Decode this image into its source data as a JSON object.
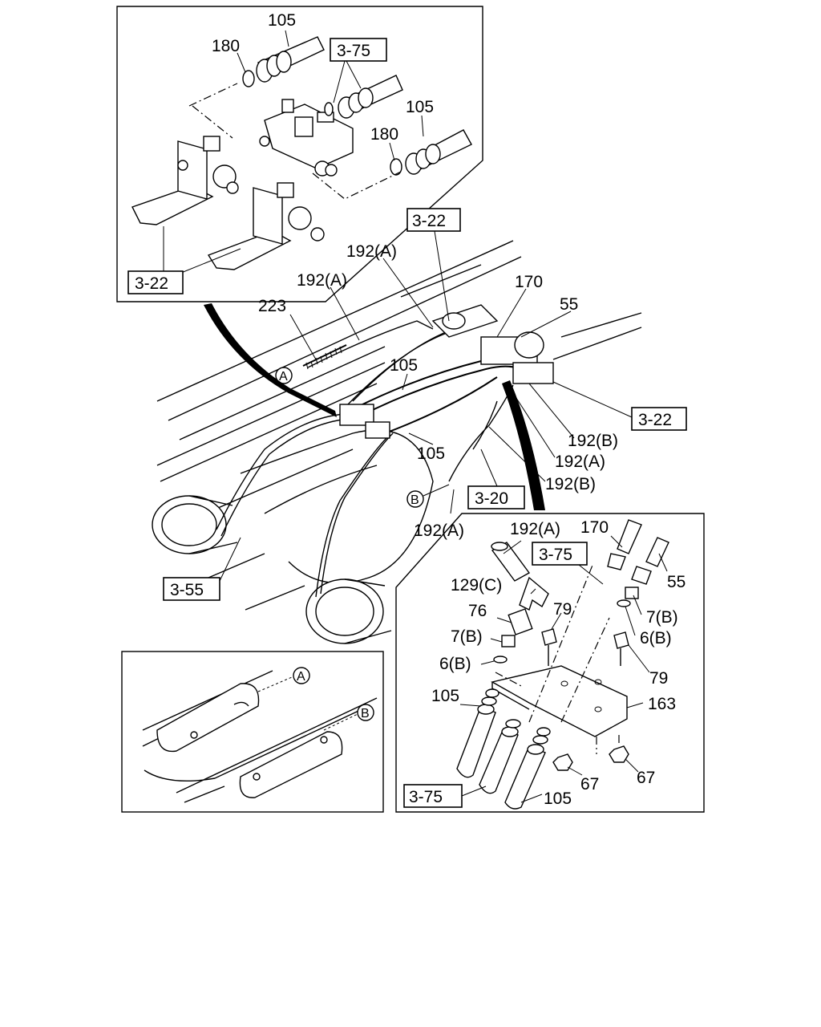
{
  "callouts": {
    "top": {
      "n105a": "105",
      "n180a": "180",
      "ref375": "3-75",
      "n105b": "105",
      "n180b": "180",
      "ref322": "3-22"
    },
    "main": {
      "ref322_top": "3-22",
      "n192A_1": "192(A)",
      "n192A_2": "192(A)",
      "n170": "170",
      "n55": "55",
      "n223": "223",
      "markerA": "A",
      "n105_1": "105",
      "ref322_right": "3-22",
      "n192B_1": "192(B)",
      "n192A_3": "192(A)",
      "n105_2": "105",
      "n192B_2": "192(B)",
      "markerB": "B",
      "ref320": "3-20",
      "n192A_4": "192(A)",
      "ref355": "3-55"
    },
    "left_inset": {
      "markerA": "A",
      "markerB": "B"
    },
    "right_inset": {
      "n192A": "192(A)",
      "n170": "170",
      "ref375_top": "3-75",
      "n55": "55",
      "n129C": "129(C)",
      "n76": "76",
      "n79a": "79",
      "n7B_right": "7(B)",
      "n7B_left": "7(B)",
      "n6B_right": "6(B)",
      "n6B_left": "6(B)",
      "n79b": "79",
      "n105a": "105",
      "n163": "163",
      "n67a": "67",
      "n67b": "67",
      "ref375_bottom": "3-75",
      "n105b": "105"
    }
  }
}
